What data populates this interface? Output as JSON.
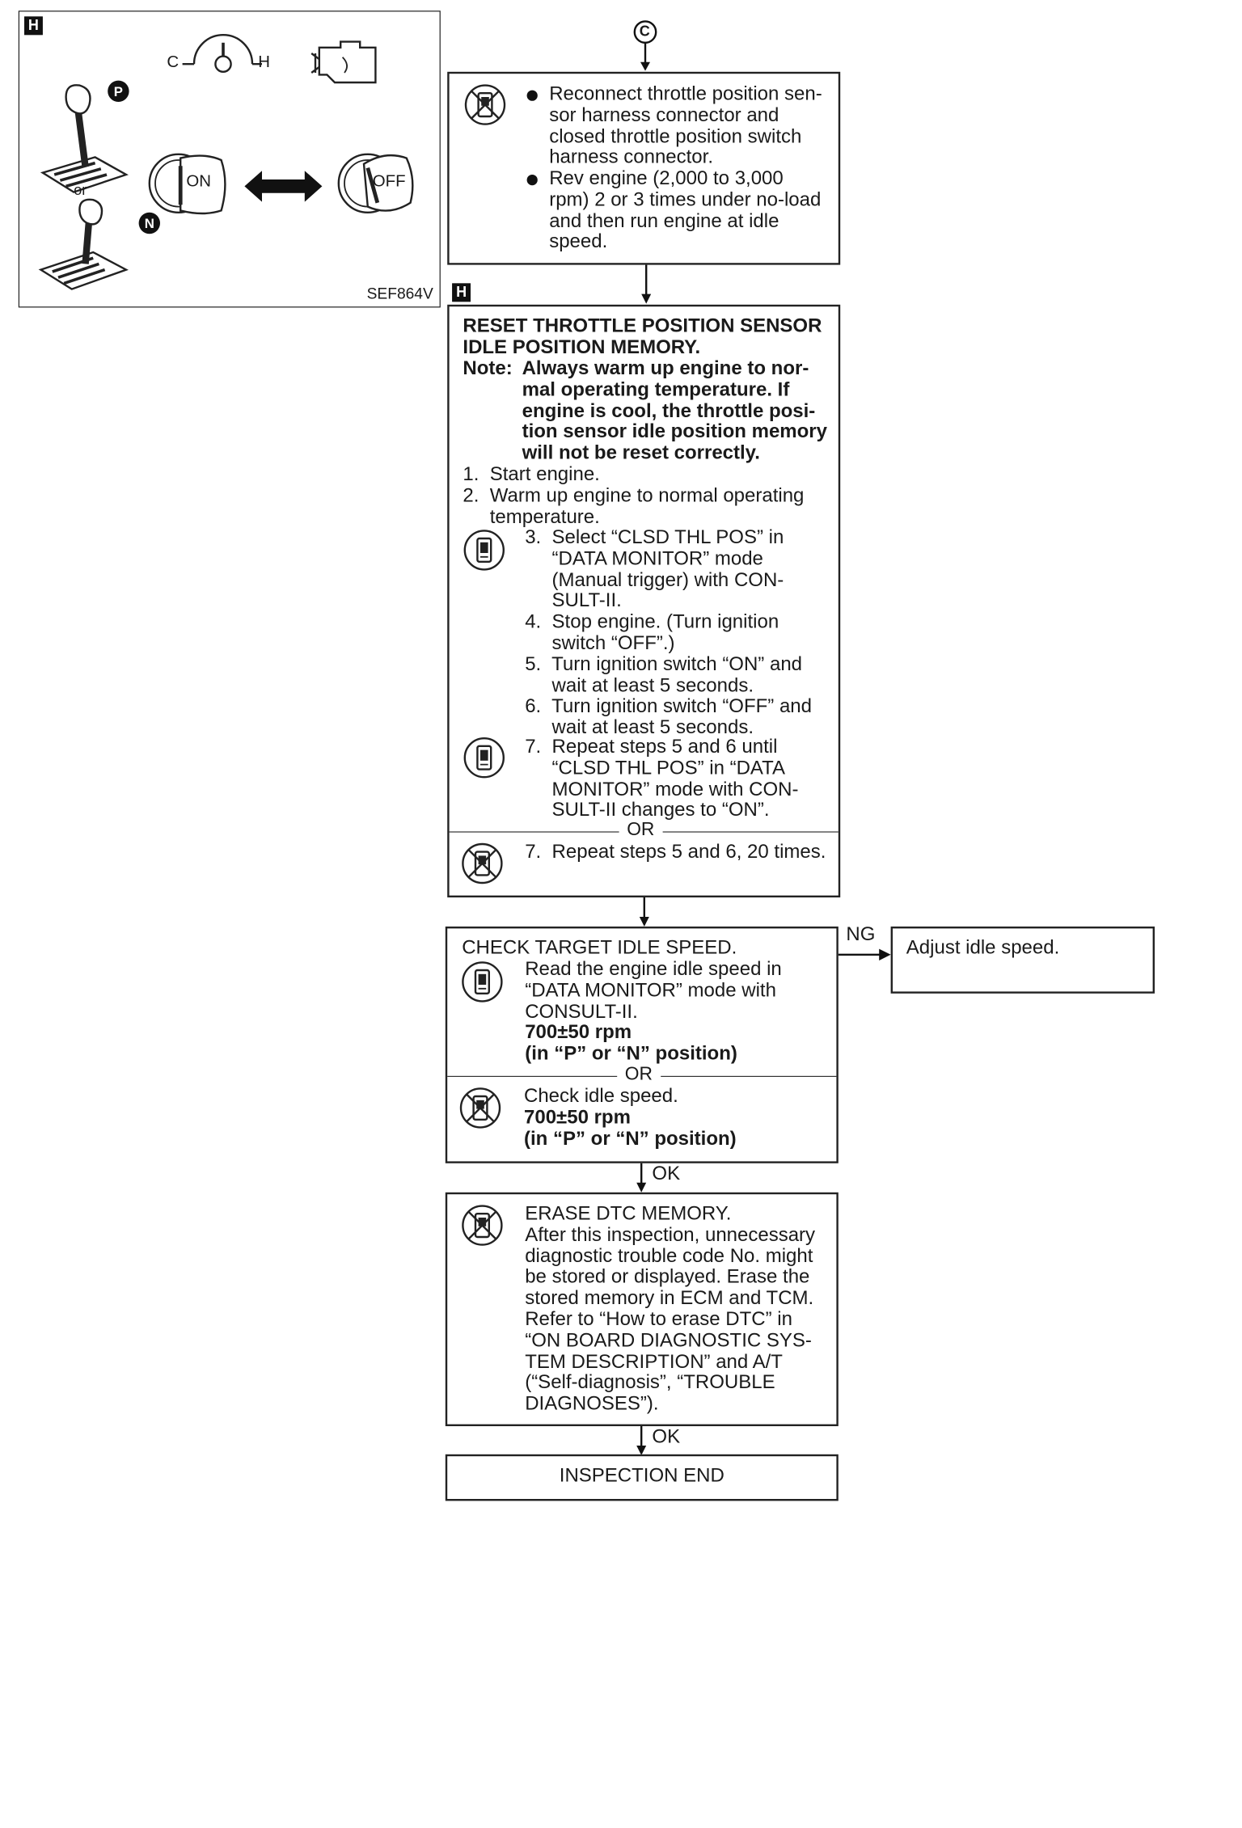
{
  "figure": {
    "badge": "H",
    "labels": {
      "c": "C",
      "h": "H",
      "p": "P",
      "n": "N",
      "or": "or",
      "on": "ON",
      "off": "OFF"
    },
    "code": "SEF864V"
  },
  "start_connector": "C",
  "box1": {
    "bullets": [
      "Reconnect throttle position sen-\nsor harness connector and\nclosed throttle position switch\nharness connector.",
      "Rev engine (2,000 to 3,000\nrpm) 2 or 3 times under no-load\nand then run engine at idle\nspeed."
    ]
  },
  "badge_h": "H",
  "box2": {
    "title": "RESET THROTTLE POSITION SENSOR\nIDLE POSITION MEMORY.",
    "note_label": "Note:",
    "note_text": "Always warm up engine to nor-\nmal operating temperature. If\nengine is cool, the throttle posi-\ntion sensor idle position memory\nwill not be reset correctly.",
    "steps_a": "1.  Start engine.\n2.  Warm up engine to normal operating\n     temperature.",
    "steps_b": "3.  Select “CLSD THL POS” in\n     “DATA MONITOR” mode\n     (Manual trigger) with CON-\n     SULT-II.\n4.  Stop engine. (Turn ignition\n     switch “OFF”.)\n5.  Turn ignition switch “ON” and\n     wait at least 5 seconds.\n6.  Turn ignition switch “OFF” and\n     wait at least 5 seconds.",
    "steps_c": "7.  Repeat steps 5 and 6 until\n     “CLSD THL POS” in “DATA\n     MONITOR” mode with CON-\n     SULT-II changes to “ON”.",
    "or": "OR",
    "alt_step": "7.  Repeat steps 5 and 6, 20 times."
  },
  "box3": {
    "title": "CHECK TARGET IDLE SPEED.",
    "consult_text": "Read the engine idle speed in\n“DATA MONITOR” mode with\nCONSULT-II.",
    "spec": "700±50 rpm\n(in “P” or “N” position)",
    "or": "OR",
    "alt_text": "Check idle speed.",
    "alt_spec": "700±50 rpm\n(in “P” or “N” position)"
  },
  "ng_label": "NG",
  "ng_box": {
    "text": "Adjust idle speed."
  },
  "ok_label_1": "OK",
  "box4": {
    "text": "ERASE DTC MEMORY.\nAfter this inspection, unnecessary\ndiagnostic trouble code No. might\nbe stored or displayed. Erase the\nstored memory in ECM and TCM.\nRefer to “How to erase DTC” in\n“ON BOARD DIAGNOSTIC SYS-\nTEM DESCRIPTION” and A/T\n(“Self-diagnosis”, “TROUBLE\nDIAGNOSES”)."
  },
  "ok_label_2": "OK",
  "end_box": {
    "text": "INSPECTION END"
  }
}
